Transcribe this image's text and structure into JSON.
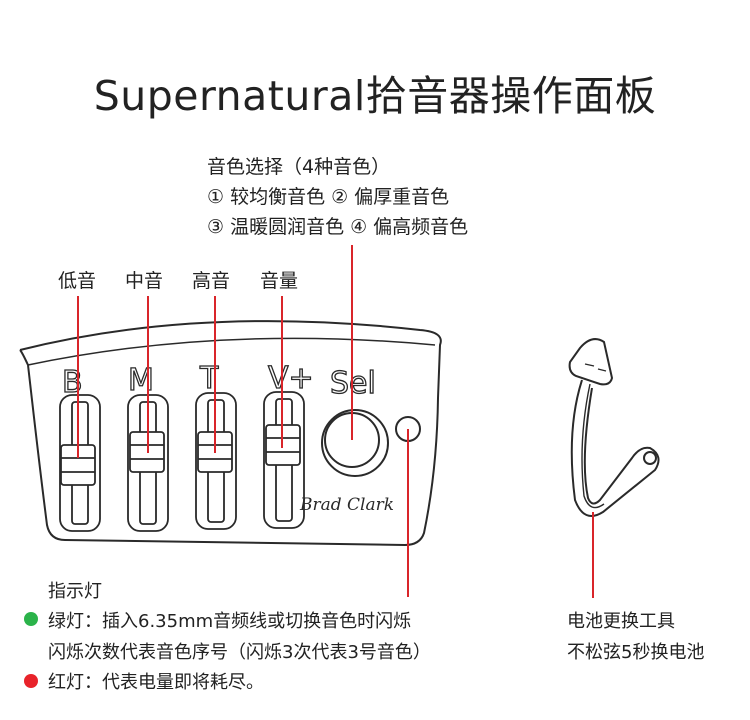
{
  "title": "Supernatural拾音器操作面板",
  "selector": {
    "heading": "音色选择（4种音色）",
    "line1": "① 较均衡音色 ② 偏厚重音色",
    "line2": "③ 温暖圆润音色 ④ 偏高频音色"
  },
  "sliders": [
    {
      "label": "低音",
      "marking": "B"
    },
    {
      "label": "中音",
      "marking": "M"
    },
    {
      "label": "高音",
      "marking": "T"
    },
    {
      "label": "音量",
      "marking": "V+"
    }
  ],
  "panel": {
    "sel_marking": "Sel",
    "brand": "Brad Clark"
  },
  "indicator": {
    "heading": "指示灯",
    "green_line1": "绿灯：插入6.35mm音频线或切换音色时闪烁",
    "green_line2": "闪烁次数代表音色序号（闪烁3次代表3号音色）",
    "red_line": "红灯：代表电量即将耗尽。",
    "green_color": "#2bb34a",
    "red_color": "#e8232a"
  },
  "tool": {
    "line1": "电池更换工具",
    "line2": "不松弦5秒换电池"
  },
  "colors": {
    "leader": "#d9252a",
    "outline": "#2a2a2a"
  }
}
